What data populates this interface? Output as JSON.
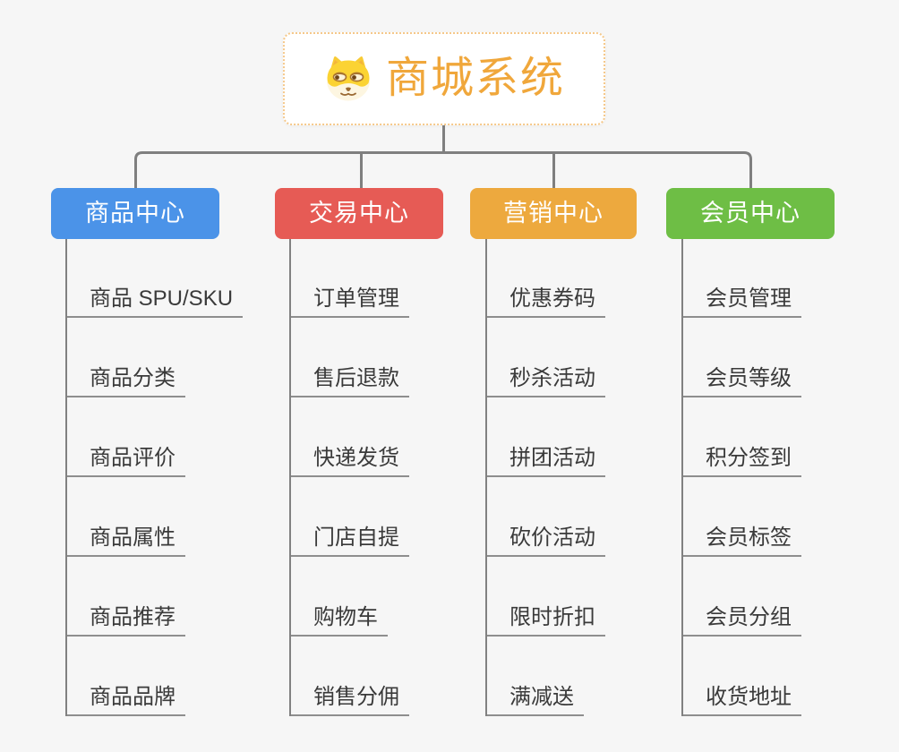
{
  "page": {
    "background_color": "#f6f6f6",
    "connector_color": "#7f7f7f",
    "underline_color": "#8e8e8e"
  },
  "root": {
    "title": "商城系统",
    "icon": "dog-face-icon",
    "text_color": "#f0a73b",
    "border_color": "#f5c88a"
  },
  "branches": [
    {
      "label": "商品中心",
      "color": "#4b93e8",
      "items": [
        "商品 SPU/SKU",
        "商品分类",
        "商品评价",
        "商品属性",
        "商品推荐",
        "商品品牌"
      ]
    },
    {
      "label": "交易中心",
      "color": "#e65b55",
      "items": [
        "订单管理",
        "售后退款",
        "快递发货",
        "门店自提",
        "购物车",
        "销售分佣"
      ]
    },
    {
      "label": "营销中心",
      "color": "#eda93e",
      "items": [
        "优惠券码",
        "秒杀活动",
        "拼团活动",
        "砍价活动",
        "限时折扣",
        "满减送"
      ]
    },
    {
      "label": "会员中心",
      "color": "#6ebe45",
      "items": [
        "会员管理",
        "会员等级",
        "积分签到",
        "会员标签",
        "会员分组",
        "收货地址"
      ]
    }
  ]
}
